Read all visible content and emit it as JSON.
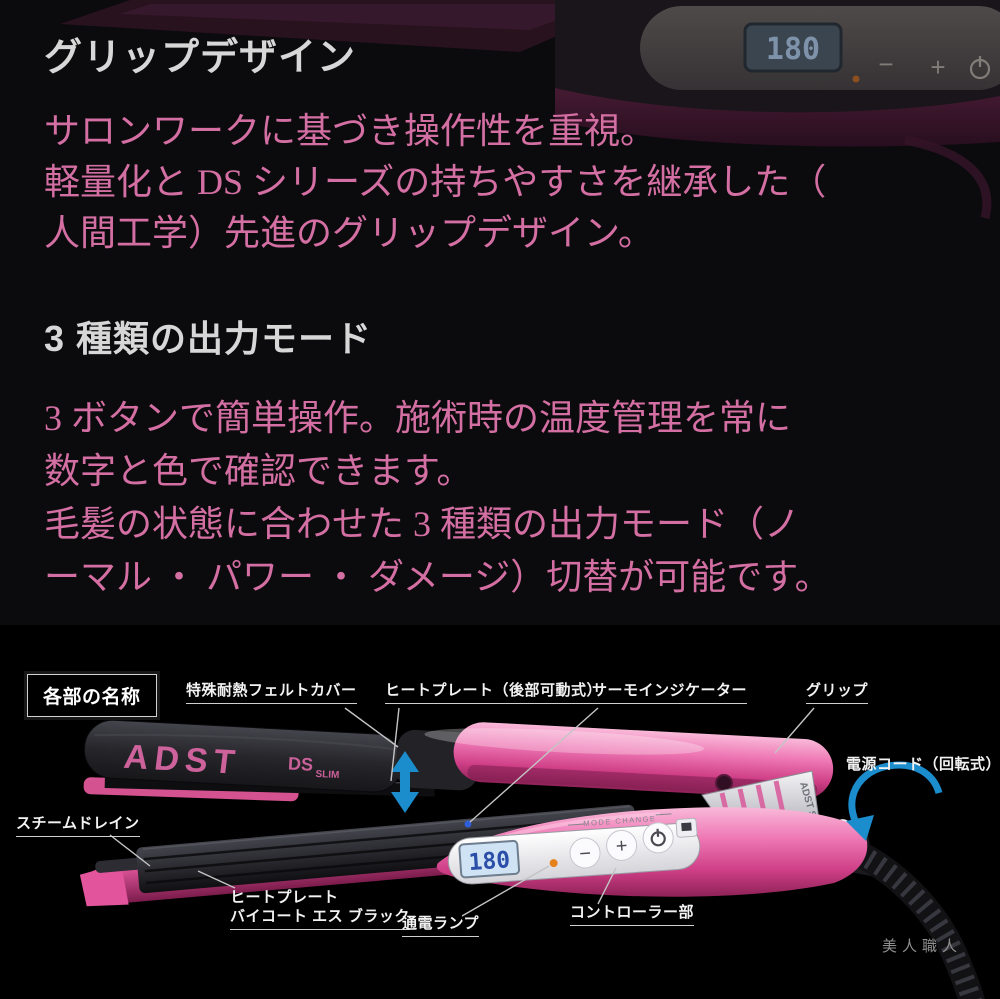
{
  "top": {
    "hero": {
      "lcd_value": "180",
      "minus_label": "−",
      "plus_label": "+"
    },
    "sections": [
      {
        "heading": "グリップデザイン",
        "lines": [
          "サロンワークに基づき操作性を重視。",
          "軽量化と DS シリーズの持ちやすさを継承した（",
          "人間工学）先進のグリップデザイン。"
        ]
      },
      {
        "heading": "3 種類の出力モード",
        "lines": [
          "3 ボタンで簡単操作。施術時の温度管理を常に",
          "数字と色で確認できます。",
          "毛髪の状態に合わせた 3 種類の出力モード（ノ",
          "ーマル ・ パワー ・ ダメージ）切替が可能です。"
        ]
      }
    ]
  },
  "diagram": {
    "title_box": "各部の名称",
    "labels": {
      "felt_cover": "特殊耐熱フェルトカバー",
      "heat_plate_rear": "ヒートプレート（後部可動式）",
      "thermo_indicator": "サーモインジケーター",
      "grip": "グリップ",
      "power_cord": "電源コード（回転式）",
      "steam_drain": "スチームドレイン",
      "heat_plate_line1": "ヒートプレート",
      "heat_plate_line2": "バイコート エス ブラック",
      "power_lamp": "通電ランプ",
      "controller": "コントローラー部"
    },
    "product": {
      "brand": "ADST",
      "sub_model": "DS",
      "sub_model2": "SLIM",
      "badge": "ADST SLIM",
      "lcd_value": "180",
      "mode_text": "MODE CHANGE",
      "minus_label": "−",
      "plus_label": "+"
    },
    "watermark": "美人職人"
  },
  "colors": {
    "accent_pink_text": "#d46fa3",
    "iron_pink": "#e0569c",
    "arrow_blue": "#1b8ccc",
    "lamp_orange": "#e6821c",
    "lcd_digit_blue": "#2b4fa8"
  }
}
